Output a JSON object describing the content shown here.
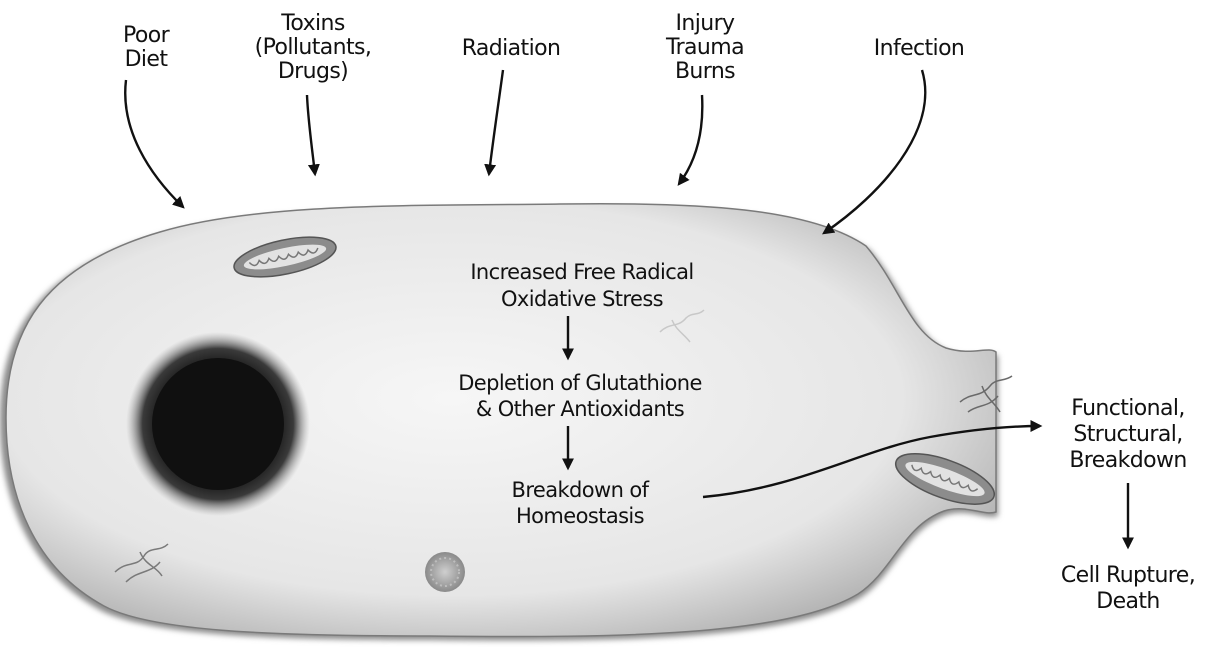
{
  "causes": [
    {
      "id": "poor-diet",
      "lines": [
        "Poor",
        "Diet"
      ]
    },
    {
      "id": "toxins",
      "lines": [
        "Toxins",
        "(Pollutants,",
        "Drugs)"
      ]
    },
    {
      "id": "radiation",
      "lines": [
        "Radiation"
      ]
    },
    {
      "id": "injury",
      "lines": [
        "Injury",
        "Trauma",
        "Burns"
      ]
    },
    {
      "id": "infection",
      "lines": [
        "Infection"
      ]
    }
  ],
  "cell_steps": [
    {
      "id": "free-radical",
      "lines": [
        "Increased Free Radical",
        "Oxidative Stress"
      ]
    },
    {
      "id": "glutathione",
      "lines": [
        "Depletion of Glutathione",
        "& Other Antioxidants"
      ]
    },
    {
      "id": "homeostasis",
      "lines": [
        "Breakdown of",
        "Homeostasis"
      ]
    }
  ],
  "outcomes": [
    {
      "id": "functional-breakdown",
      "lines": [
        "Functional,",
        "Structural,",
        "Breakdown"
      ]
    },
    {
      "id": "cell-rupture",
      "lines": [
        "Cell Rupture,",
        "Death"
      ]
    }
  ],
  "colors": {
    "ink": "#111111",
    "cell_fill": "#e8e8e8",
    "cell_edge": "#6e6e6e",
    "nucleus": "#101010"
  }
}
